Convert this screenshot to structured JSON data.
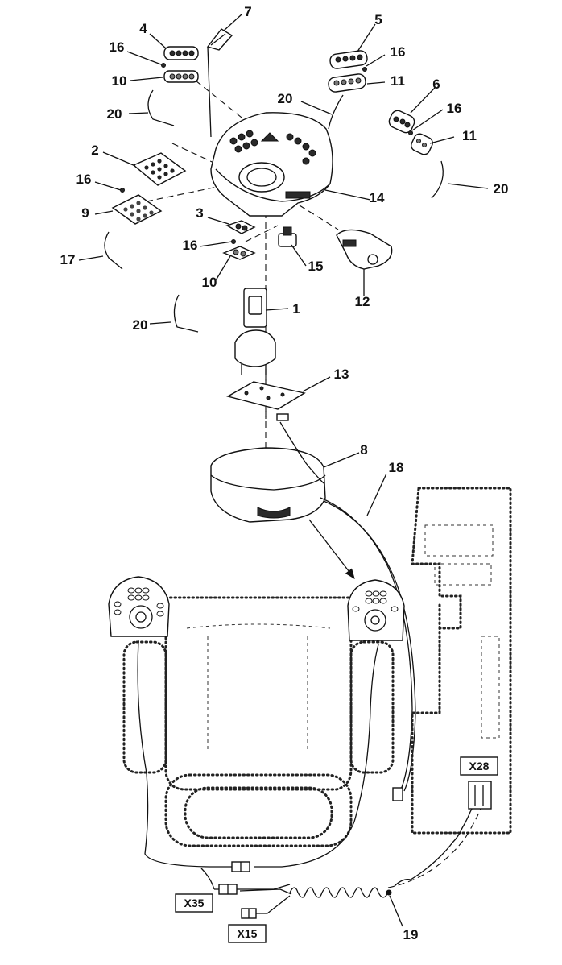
{
  "callouts": {
    "c1": "1",
    "c2": "2",
    "c3": "3",
    "c4": "4",
    "c5": "5",
    "c6": "6",
    "c7": "7",
    "c8": "8",
    "c9": "9",
    "c10a": "10",
    "c10b": "10",
    "c11a": "11",
    "c11b": "11",
    "c12": "12",
    "c13": "13",
    "c14": "14",
    "c15": "15",
    "c16a": "16",
    "c16b": "16",
    "c16c": "16",
    "c16d": "16",
    "c16e": "16",
    "c17": "17",
    "c18": "18",
    "c19": "19",
    "c20a": "20",
    "c20b": "20",
    "c20c": "20",
    "c20d": "20"
  },
  "connectors": {
    "x28": "X28",
    "x35": "X35",
    "x15": "X15"
  }
}
